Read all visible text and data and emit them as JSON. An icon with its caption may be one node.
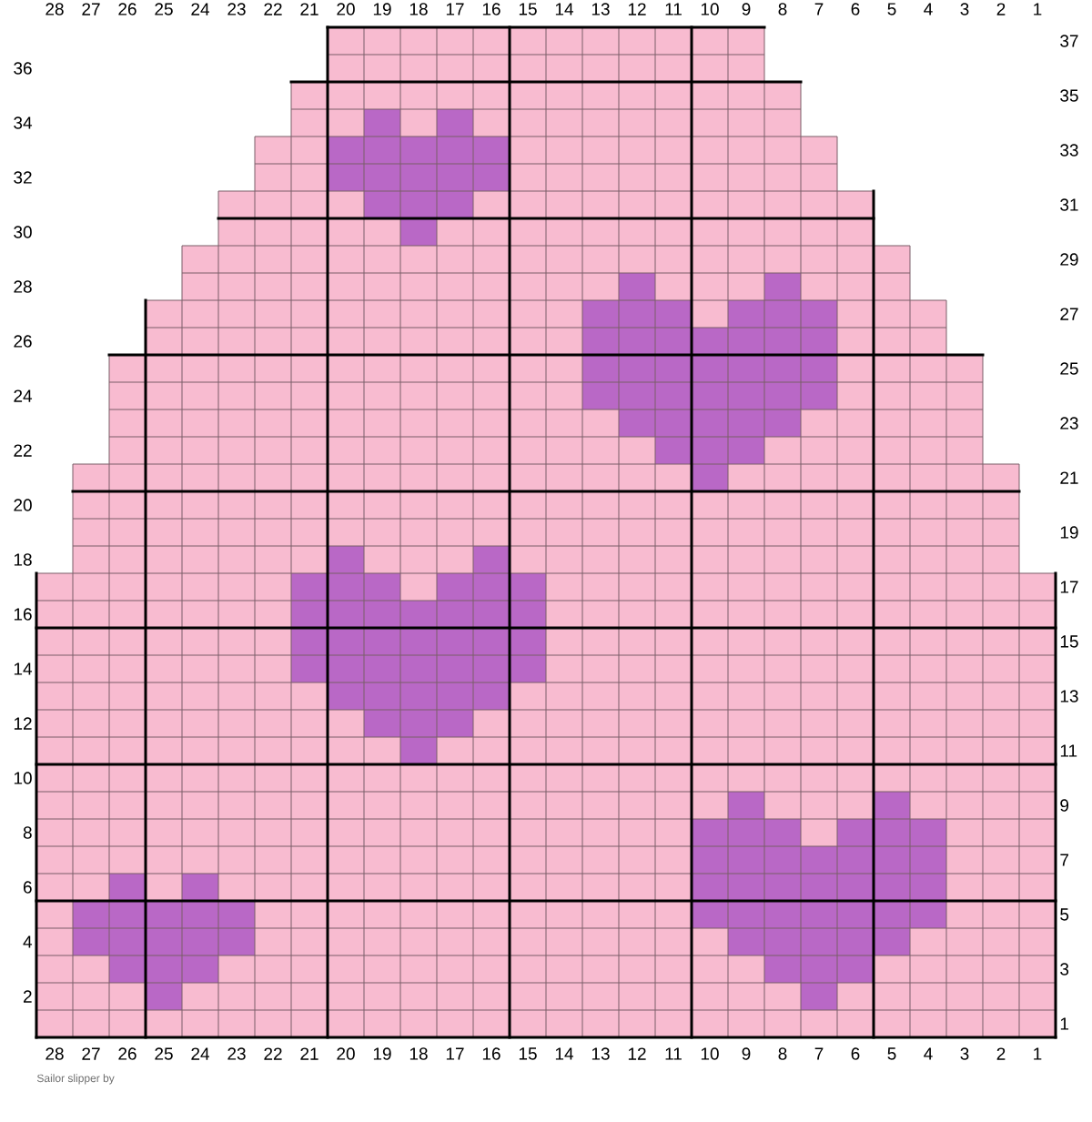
{
  "diagram": {
    "caption": "Sailor slipper by",
    "labels": [
      "28",
      "27",
      "26",
      "25",
      "24",
      "23",
      "22",
      "21",
      "20",
      "19",
      "18",
      "17",
      "16",
      "15",
      "14",
      "13",
      "12",
      "11",
      "10",
      "9",
      "8",
      "7",
      "6",
      "5",
      "4",
      "3",
      "2",
      "1",
      "37",
      "36",
      "35",
      "34",
      "33",
      "32",
      "31",
      "30",
      "29",
      "28",
      "27",
      "26",
      "25",
      "24",
      "23",
      "22",
      "21",
      "20",
      "19",
      "18",
      "17",
      "16",
      "15",
      "14",
      "13",
      "12",
      "11",
      "10",
      "9",
      "8",
      "7",
      "6",
      "5",
      "4",
      "3",
      "2",
      "1",
      "28",
      "27",
      "26",
      "25",
      "24",
      "23",
      "22",
      "21",
      "20",
      "19",
      "18",
      "17",
      "16",
      "15",
      "14",
      "13",
      "12",
      "11",
      "10",
      "9",
      "8",
      "7",
      "6",
      "5",
      "4",
      "3",
      "2",
      "1"
    ]
  }
}
